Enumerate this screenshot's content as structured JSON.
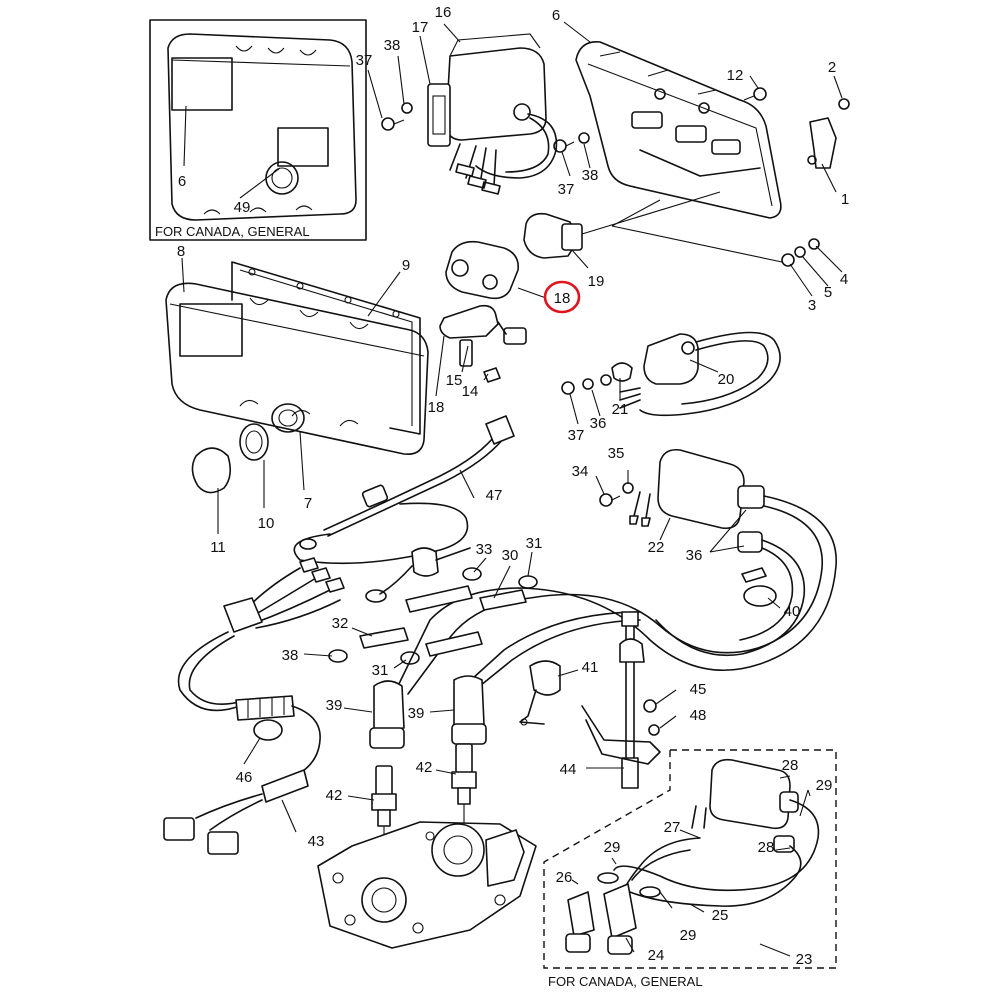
{
  "insets": {
    "top_left_label": "FOR CANADA, GENERAL",
    "bottom_right_label": "FOR CANADA, GENERAL"
  },
  "highlight": {
    "part": "18",
    "color": "#e0141e"
  },
  "callouts": [
    {
      "id": "c16",
      "text": "16"
    },
    {
      "id": "c6a",
      "text": "6"
    },
    {
      "id": "c17",
      "text": "17"
    },
    {
      "id": "c38a",
      "text": "38"
    },
    {
      "id": "c37a",
      "text": "37"
    },
    {
      "id": "c12",
      "text": "12"
    },
    {
      "id": "c2",
      "text": "2"
    },
    {
      "id": "c1",
      "text": "1"
    },
    {
      "id": "c6b",
      "text": "6"
    },
    {
      "id": "c49",
      "text": "49"
    },
    {
      "id": "c37b",
      "text": "37"
    },
    {
      "id": "c38b",
      "text": "38"
    },
    {
      "id": "c8",
      "text": "8"
    },
    {
      "id": "c9",
      "text": "9"
    },
    {
      "id": "c19",
      "text": "19"
    },
    {
      "id": "c18a",
      "text": "18"
    },
    {
      "id": "c4",
      "text": "4"
    },
    {
      "id": "c5",
      "text": "5"
    },
    {
      "id": "c3",
      "text": "3"
    },
    {
      "id": "c15",
      "text": "15"
    },
    {
      "id": "c14",
      "text": "14"
    },
    {
      "id": "c18b",
      "text": "18"
    },
    {
      "id": "c20",
      "text": "20"
    },
    {
      "id": "c21",
      "text": "21"
    },
    {
      "id": "c36a",
      "text": "36"
    },
    {
      "id": "c37c",
      "text": "37"
    },
    {
      "id": "c7",
      "text": "7"
    },
    {
      "id": "c10",
      "text": "10"
    },
    {
      "id": "c11",
      "text": "11"
    },
    {
      "id": "c47",
      "text": "47"
    },
    {
      "id": "c35",
      "text": "35"
    },
    {
      "id": "c34",
      "text": "34"
    },
    {
      "id": "c22",
      "text": "22"
    },
    {
      "id": "c36b",
      "text": "36"
    },
    {
      "id": "c33",
      "text": "33"
    },
    {
      "id": "c30",
      "text": "30"
    },
    {
      "id": "c31a",
      "text": "31"
    },
    {
      "id": "c40",
      "text": "40"
    },
    {
      "id": "c32",
      "text": "32"
    },
    {
      "id": "c38c",
      "text": "38"
    },
    {
      "id": "c31b",
      "text": "31"
    },
    {
      "id": "c41",
      "text": "41"
    },
    {
      "id": "c45",
      "text": "45"
    },
    {
      "id": "c39a",
      "text": "39"
    },
    {
      "id": "c39b",
      "text": "39"
    },
    {
      "id": "c48",
      "text": "48"
    },
    {
      "id": "c46",
      "text": "46"
    },
    {
      "id": "c44",
      "text": "44"
    },
    {
      "id": "c42a",
      "text": "42"
    },
    {
      "id": "c42b",
      "text": "42"
    },
    {
      "id": "c28a",
      "text": "28"
    },
    {
      "id": "c29a",
      "text": "29"
    },
    {
      "id": "c43",
      "text": "43"
    },
    {
      "id": "c27",
      "text": "27"
    },
    {
      "id": "c28b",
      "text": "28"
    },
    {
      "id": "c29b",
      "text": "29"
    },
    {
      "id": "c26",
      "text": "26"
    },
    {
      "id": "c25",
      "text": "25"
    },
    {
      "id": "c29c",
      "text": "29"
    },
    {
      "id": "c24",
      "text": "24"
    },
    {
      "id": "c23",
      "text": "23"
    }
  ]
}
